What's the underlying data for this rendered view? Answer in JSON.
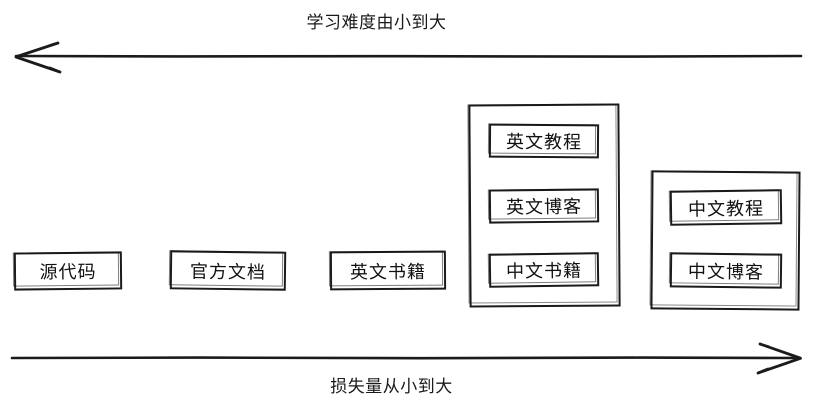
{
  "diagram": {
    "top_axis": {
      "label": "学习难度由小到大",
      "direction": "left",
      "arrow_name": "left-arrow"
    },
    "bottom_axis": {
      "label": "损失量从小到大",
      "direction": "right",
      "arrow_name": "right-arrow"
    },
    "nodes": [
      {
        "id": "source-code",
        "label": "源代码"
      },
      {
        "id": "official-docs",
        "label": "官方文档"
      },
      {
        "id": "english-books",
        "label": "英文书籍"
      }
    ],
    "groups": [
      {
        "id": "group-english-mixed",
        "items": [
          {
            "id": "english-tutorial",
            "label": "英文教程"
          },
          {
            "id": "english-blog",
            "label": "英文博客"
          },
          {
            "id": "chinese-books",
            "label": "中文书籍"
          }
        ]
      },
      {
        "id": "group-chinese",
        "items": [
          {
            "id": "chinese-tutorial",
            "label": "中文教程"
          },
          {
            "id": "chinese-blog",
            "label": "中文博客"
          }
        ]
      }
    ],
    "colors": {
      "stroke": "#1b1b1b",
      "text": "#111111",
      "background": "#ffffff"
    }
  }
}
